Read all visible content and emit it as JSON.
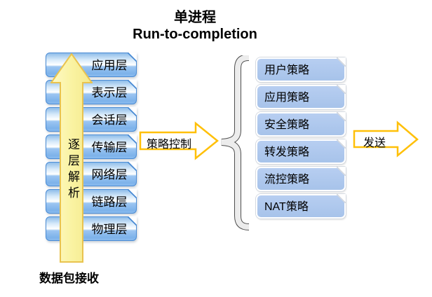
{
  "title": {
    "line1": "单进程",
    "line2": "Run-to-completion"
  },
  "receive_flow": {
    "layers": [
      "应用层",
      "表示层",
      "会话层",
      "传输层",
      "网络层",
      "链路层",
      "物理层"
    ],
    "up_arrow_label": "逐层解析",
    "bottom_label": "数据包接收"
  },
  "policy_arrow": {
    "label": "策略控制"
  },
  "policies": [
    "用户策略",
    "应用策略",
    "安全策略",
    "转发策略",
    "流控策略",
    "NAT策略"
  ],
  "send_arrow": {
    "label": "发送"
  },
  "colors": {
    "layer_box_blue": "#7db2ea",
    "layer_box_border": "#4a8bd4",
    "policy_box_blue": "#acc7ec",
    "arrow_outline_gold": "#ffc008",
    "big_arrow_yellow": "#faf3a2",
    "big_arrow_border": "#e9c34f",
    "brace_fill_gray": "#ececec",
    "brace_outline_gray": "#4f4f4f",
    "text": "#000000"
  }
}
